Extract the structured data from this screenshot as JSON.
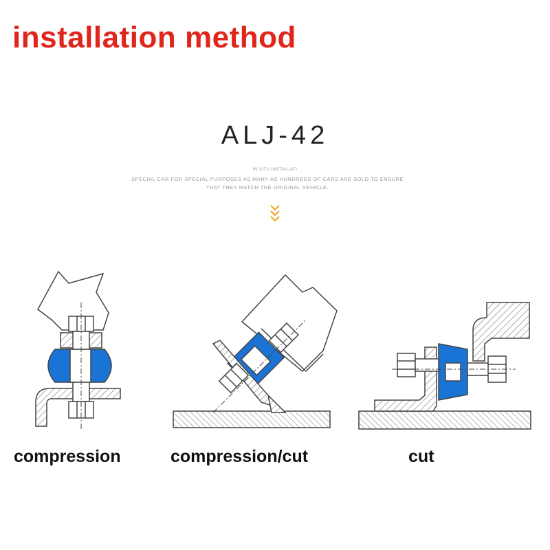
{
  "header": {
    "title": "installation method",
    "model": "ALJ-42",
    "subtitle_line1": "IN SITU INSTALLATI",
    "subtitle_line2": "SPECIAL CAR FOR SPECIAL PURPOSES AS MANY AS HUNDREDS OF CARS ARE SOLD TO ENSURE",
    "subtitle_line3": "THAT THEY MATCH THE ORIGINAL VEHICLE."
  },
  "figures": [
    {
      "caption": "compression"
    },
    {
      "caption": "compression/cut"
    },
    {
      "caption": "cut"
    }
  ],
  "colors": {
    "title": "#e0261c",
    "mount_blue": "#1a74d6",
    "chevron": "#f0a020",
    "line": "#444444"
  },
  "icons": {
    "scroll_indicator": "triple-chevron-down-icon"
  }
}
